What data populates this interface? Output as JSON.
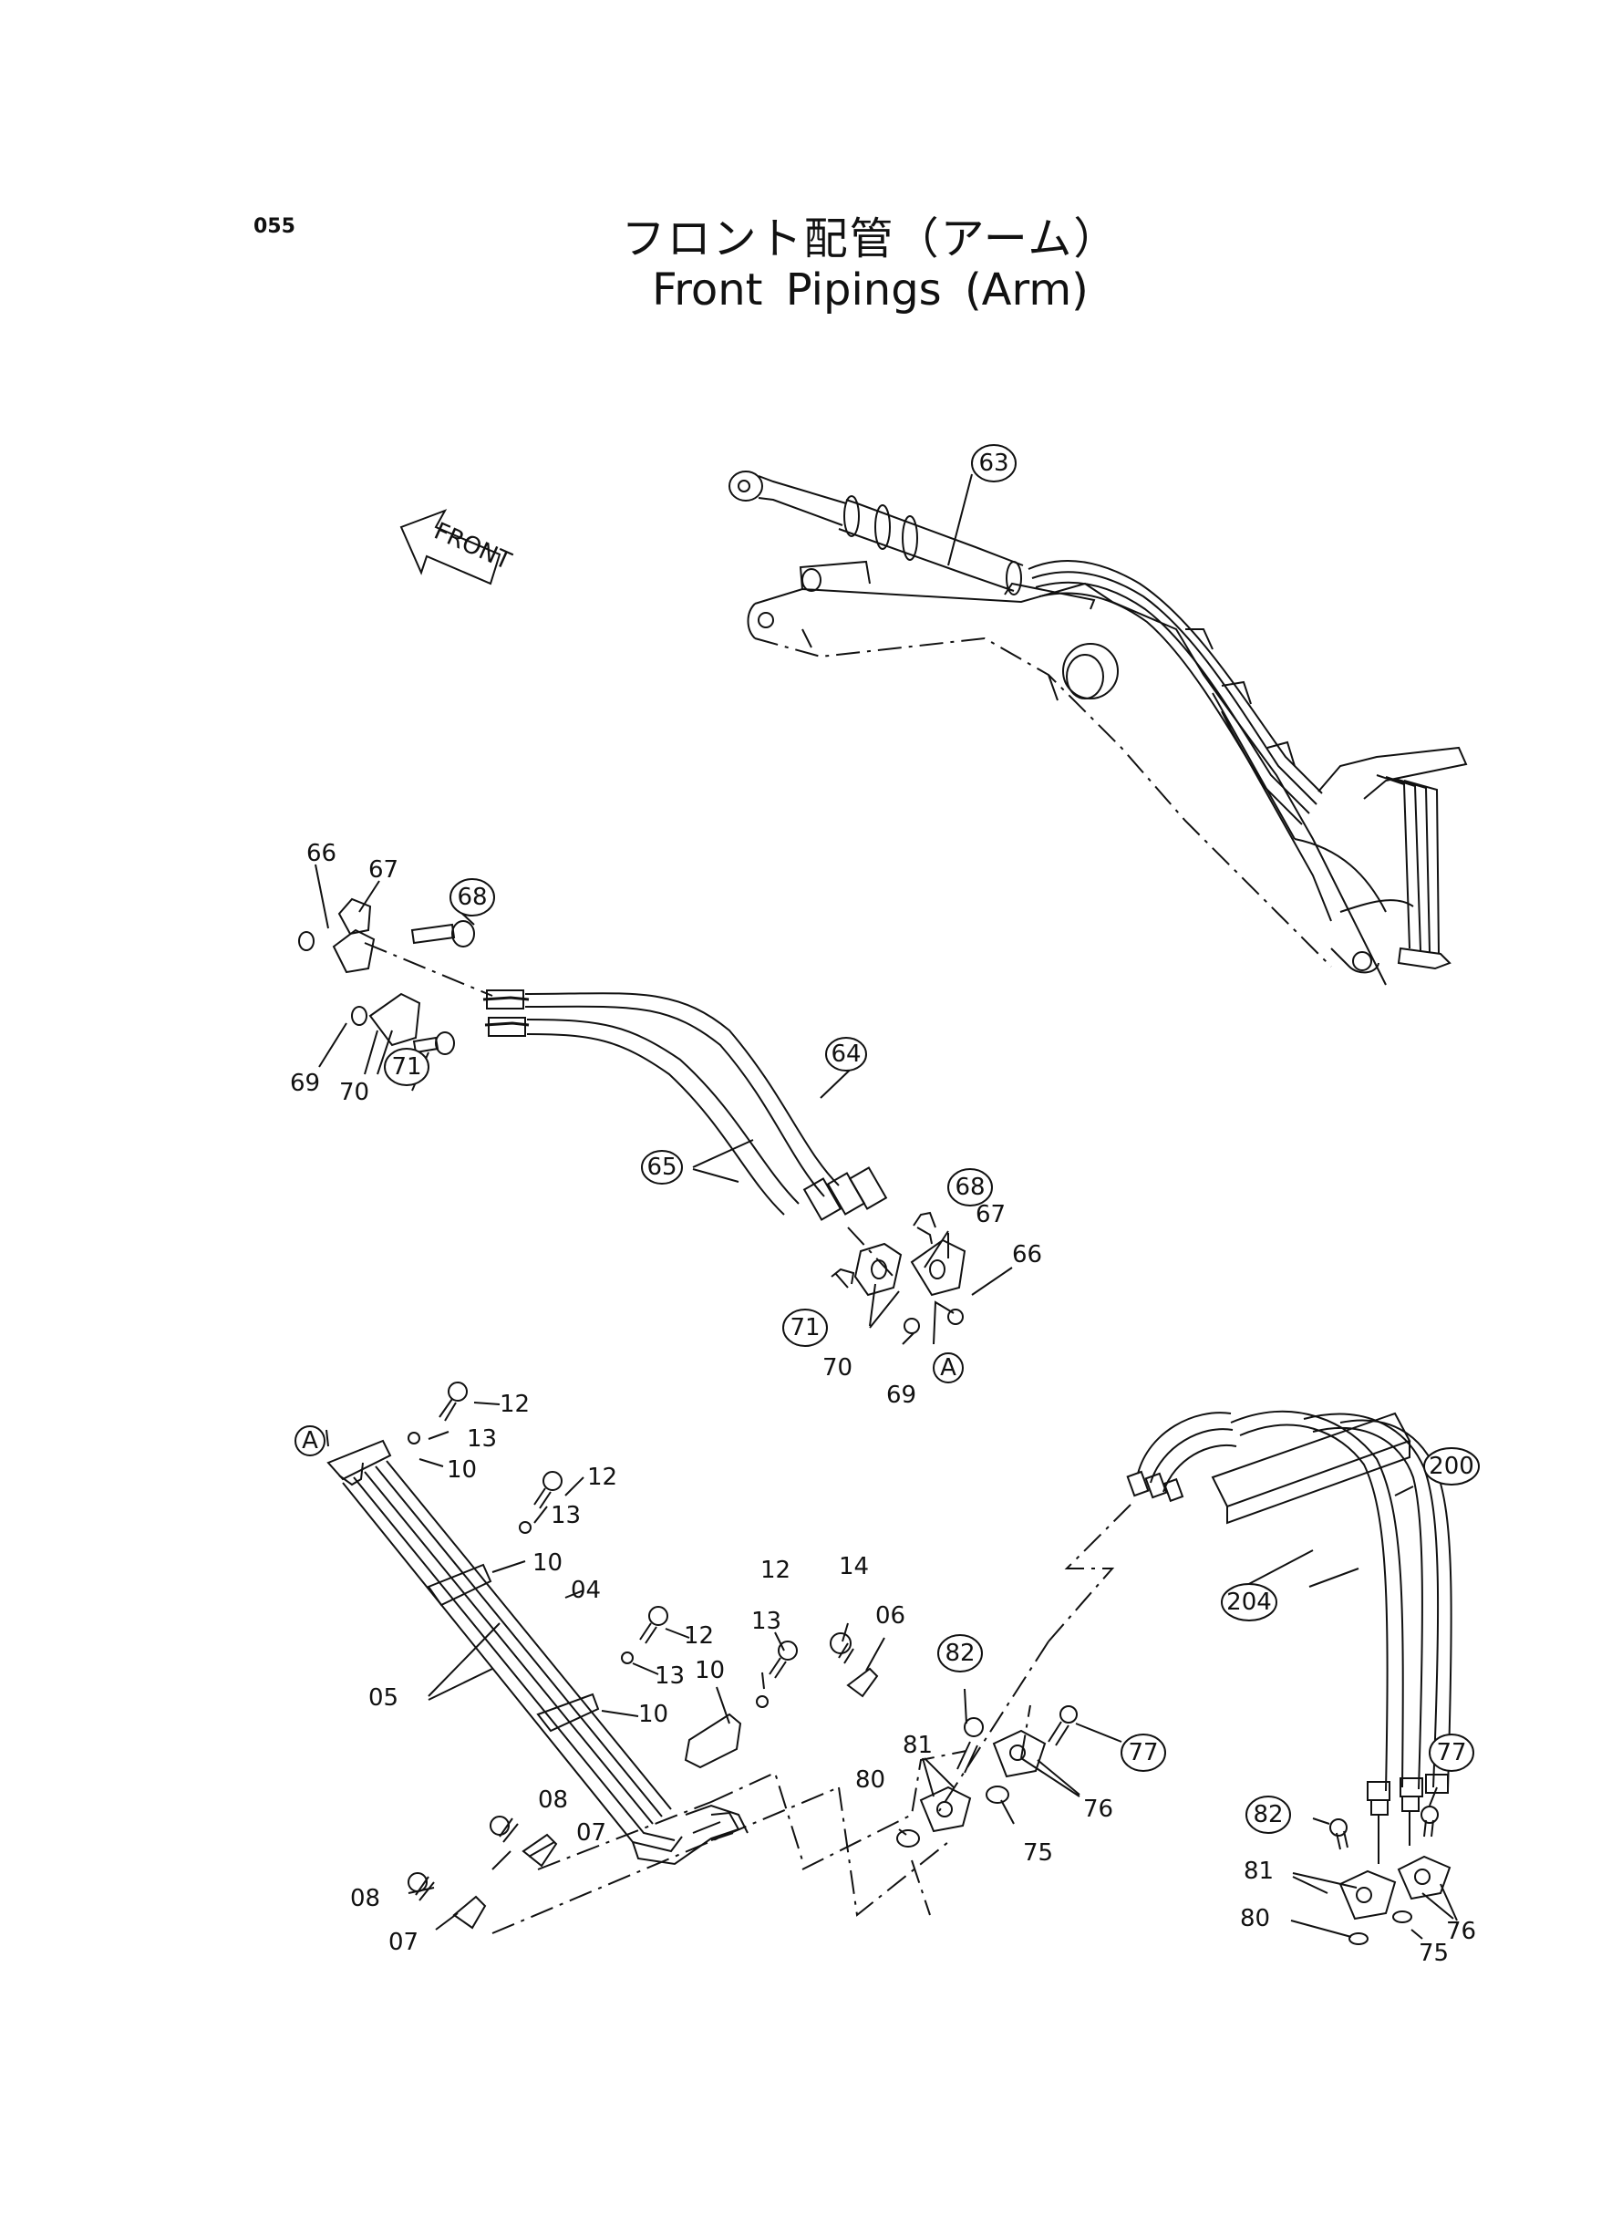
{
  "page_number": "055",
  "title_jp": "フロント配管（アーム）",
  "title_en": "Front Pipings (Arm)",
  "front_marker": "FRONT",
  "connection_marker": "A",
  "part_labels": {
    "p66a": "66",
    "p67a": "67",
    "p69a": "69",
    "p70a": "70",
    "p64": "64",
    "p65": "65",
    "p67b": "67",
    "p66b": "66",
    "p70b": "70",
    "p69b": "69",
    "p12a": "12",
    "p13a": "13",
    "p10a": "10",
    "p12b": "12",
    "p13b": "13",
    "p10b": "10",
    "p04": "04",
    "p12c": "12",
    "p13c": "13",
    "p05": "05",
    "p10c": "10",
    "p12d": "12",
    "p13d": "13",
    "p10d": "10",
    "p14": "14",
    "p06": "06",
    "p81a": "81",
    "p80a": "80",
    "p76a": "76",
    "p75a": "75",
    "p08a": "08",
    "p07a": "07",
    "p08b": "08",
    "p07b": "07",
    "p81b": "81",
    "p80b": "80",
    "p76b": "76",
    "p75b": "75"
  },
  "circled_labels": {
    "c63": "63",
    "c68a": "68",
    "c71a": "71",
    "c68b": "68",
    "c71b": "71",
    "c82a": "82",
    "c77a": "77",
    "c200": "200",
    "c204": "204",
    "c82b": "82",
    "c77b": "77"
  }
}
